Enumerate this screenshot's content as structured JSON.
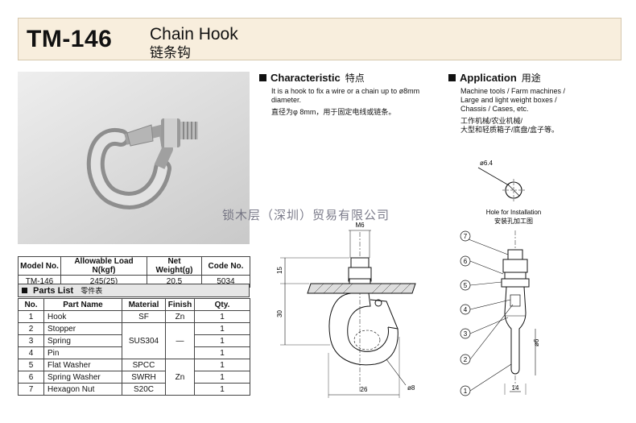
{
  "header": {
    "model": "TM-146",
    "title_en": "Chain Hook",
    "title_cn": "链条钩"
  },
  "spec": {
    "headers": [
      "Model No.",
      "Allowable Load N(kgf)",
      "Net Weight(g)",
      "Code No."
    ],
    "row": [
      "TM-146",
      "245(25)",
      "20.5",
      "5034"
    ]
  },
  "parts": {
    "title": "Parts List",
    "title_cn": "零件表",
    "headers": [
      "No.",
      "Part Name",
      "Material",
      "Finish",
      "Qty."
    ],
    "rows": [
      {
        "no": "1",
        "name": "Hook",
        "material": "SF",
        "finish": "Zn",
        "qty": "1"
      },
      {
        "no": "2",
        "name": "Stopper",
        "material": "",
        "finish": "",
        "qty": "1"
      },
      {
        "no": "3",
        "name": "Spring",
        "material": "SUS304",
        "finish": "—",
        "qty": "1"
      },
      {
        "no": "4",
        "name": "Pin",
        "material": "",
        "finish": "",
        "qty": "1"
      },
      {
        "no": "5",
        "name": "Flat Washer",
        "material": "SPCC",
        "finish": "",
        "qty": "1"
      },
      {
        "no": "6",
        "name": "Spring Washer",
        "material": "SWRH",
        "finish": "Zn",
        "qty": "1"
      },
      {
        "no": "7",
        "name": "Hexagon Nut",
        "material": "S20C",
        "finish": "",
        "qty": "1"
      }
    ]
  },
  "characteristic": {
    "title": "Characteristic",
    "title_cn": "特点",
    "text_en_1": "It is a hook to fix a wire or a chain up to ø8mm",
    "text_en_2": "diameter.",
    "text_cn": "直径为φ 8mm，用于固定电线或链条。"
  },
  "application": {
    "title": "Application",
    "title_cn": "用途",
    "lines": [
      "Machine tools / Farm machines /",
      "Large and light weight boxes /",
      "Chassis / Cases, etc."
    ],
    "cn_lines": [
      "工作机械/农业机械/",
      "大型和轻质箱子/底盘/盒子等。"
    ]
  },
  "installation": {
    "dia": "ø6.4",
    "label_en": "Hole for Installation",
    "label_cn": "安装孔加工图"
  },
  "drawing": {
    "m6": "M6",
    "dim15": "15",
    "dim30": "30",
    "dim26": "26",
    "dim_o8": "ø8",
    "dim14": "14",
    "dim_o6": "ø6",
    "callouts": [
      "7",
      "6",
      "5",
      "4",
      "3",
      "2",
      "1"
    ]
  },
  "watermark": "锁木层（深圳）贸易有限公司"
}
